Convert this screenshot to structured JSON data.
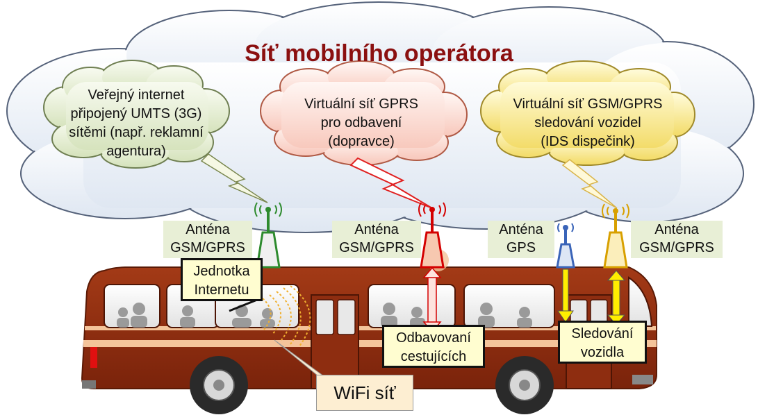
{
  "title": "Síť mobilního operátora",
  "clouds": {
    "public_internet": [
      "Veřejný internet",
      "připojený UMTS (3G)",
      "sítěmi (např. reklamní",
      "agentura)"
    ],
    "gprs_passengers": [
      "Virtuální síť GPRS",
      "pro odbavení",
      "(dopravce)"
    ],
    "gsm_tracking": [
      "Virtuální síť GSM/GPRS",
      "sledování vozidel",
      "(IDS dispečink)"
    ]
  },
  "antennas": {
    "gsm_left": [
      "Anténa",
      "GSM/GPRS"
    ],
    "gsm_middle": [
      "Anténa",
      "GSM/GPRS"
    ],
    "gps": [
      "Anténa",
      "GPS"
    ],
    "gsm_right": [
      "Anténa",
      "GSM/GPRS"
    ]
  },
  "units": {
    "internet_unit": [
      "Jednotka",
      "Internetu"
    ],
    "ticketing": [
      "Odbavovaní",
      "cestujících"
    ],
    "tracking": [
      "Sledování",
      "vozidla"
    ],
    "wifi": "WiFi síť"
  },
  "colors": {
    "title": "#8b1010",
    "bus_body": "#8b2a0e",
    "bus_stripe": "#f4c49a",
    "cloud_green": "#e5edd5",
    "cloud_pink": "#fde3de",
    "cloud_yellow": "#fbf0a8",
    "antenna_green": "#2e8b2e",
    "antenna_red": "#d40000",
    "antenna_blue": "#3a64b8",
    "antenna_yellow": "#d8a000"
  }
}
